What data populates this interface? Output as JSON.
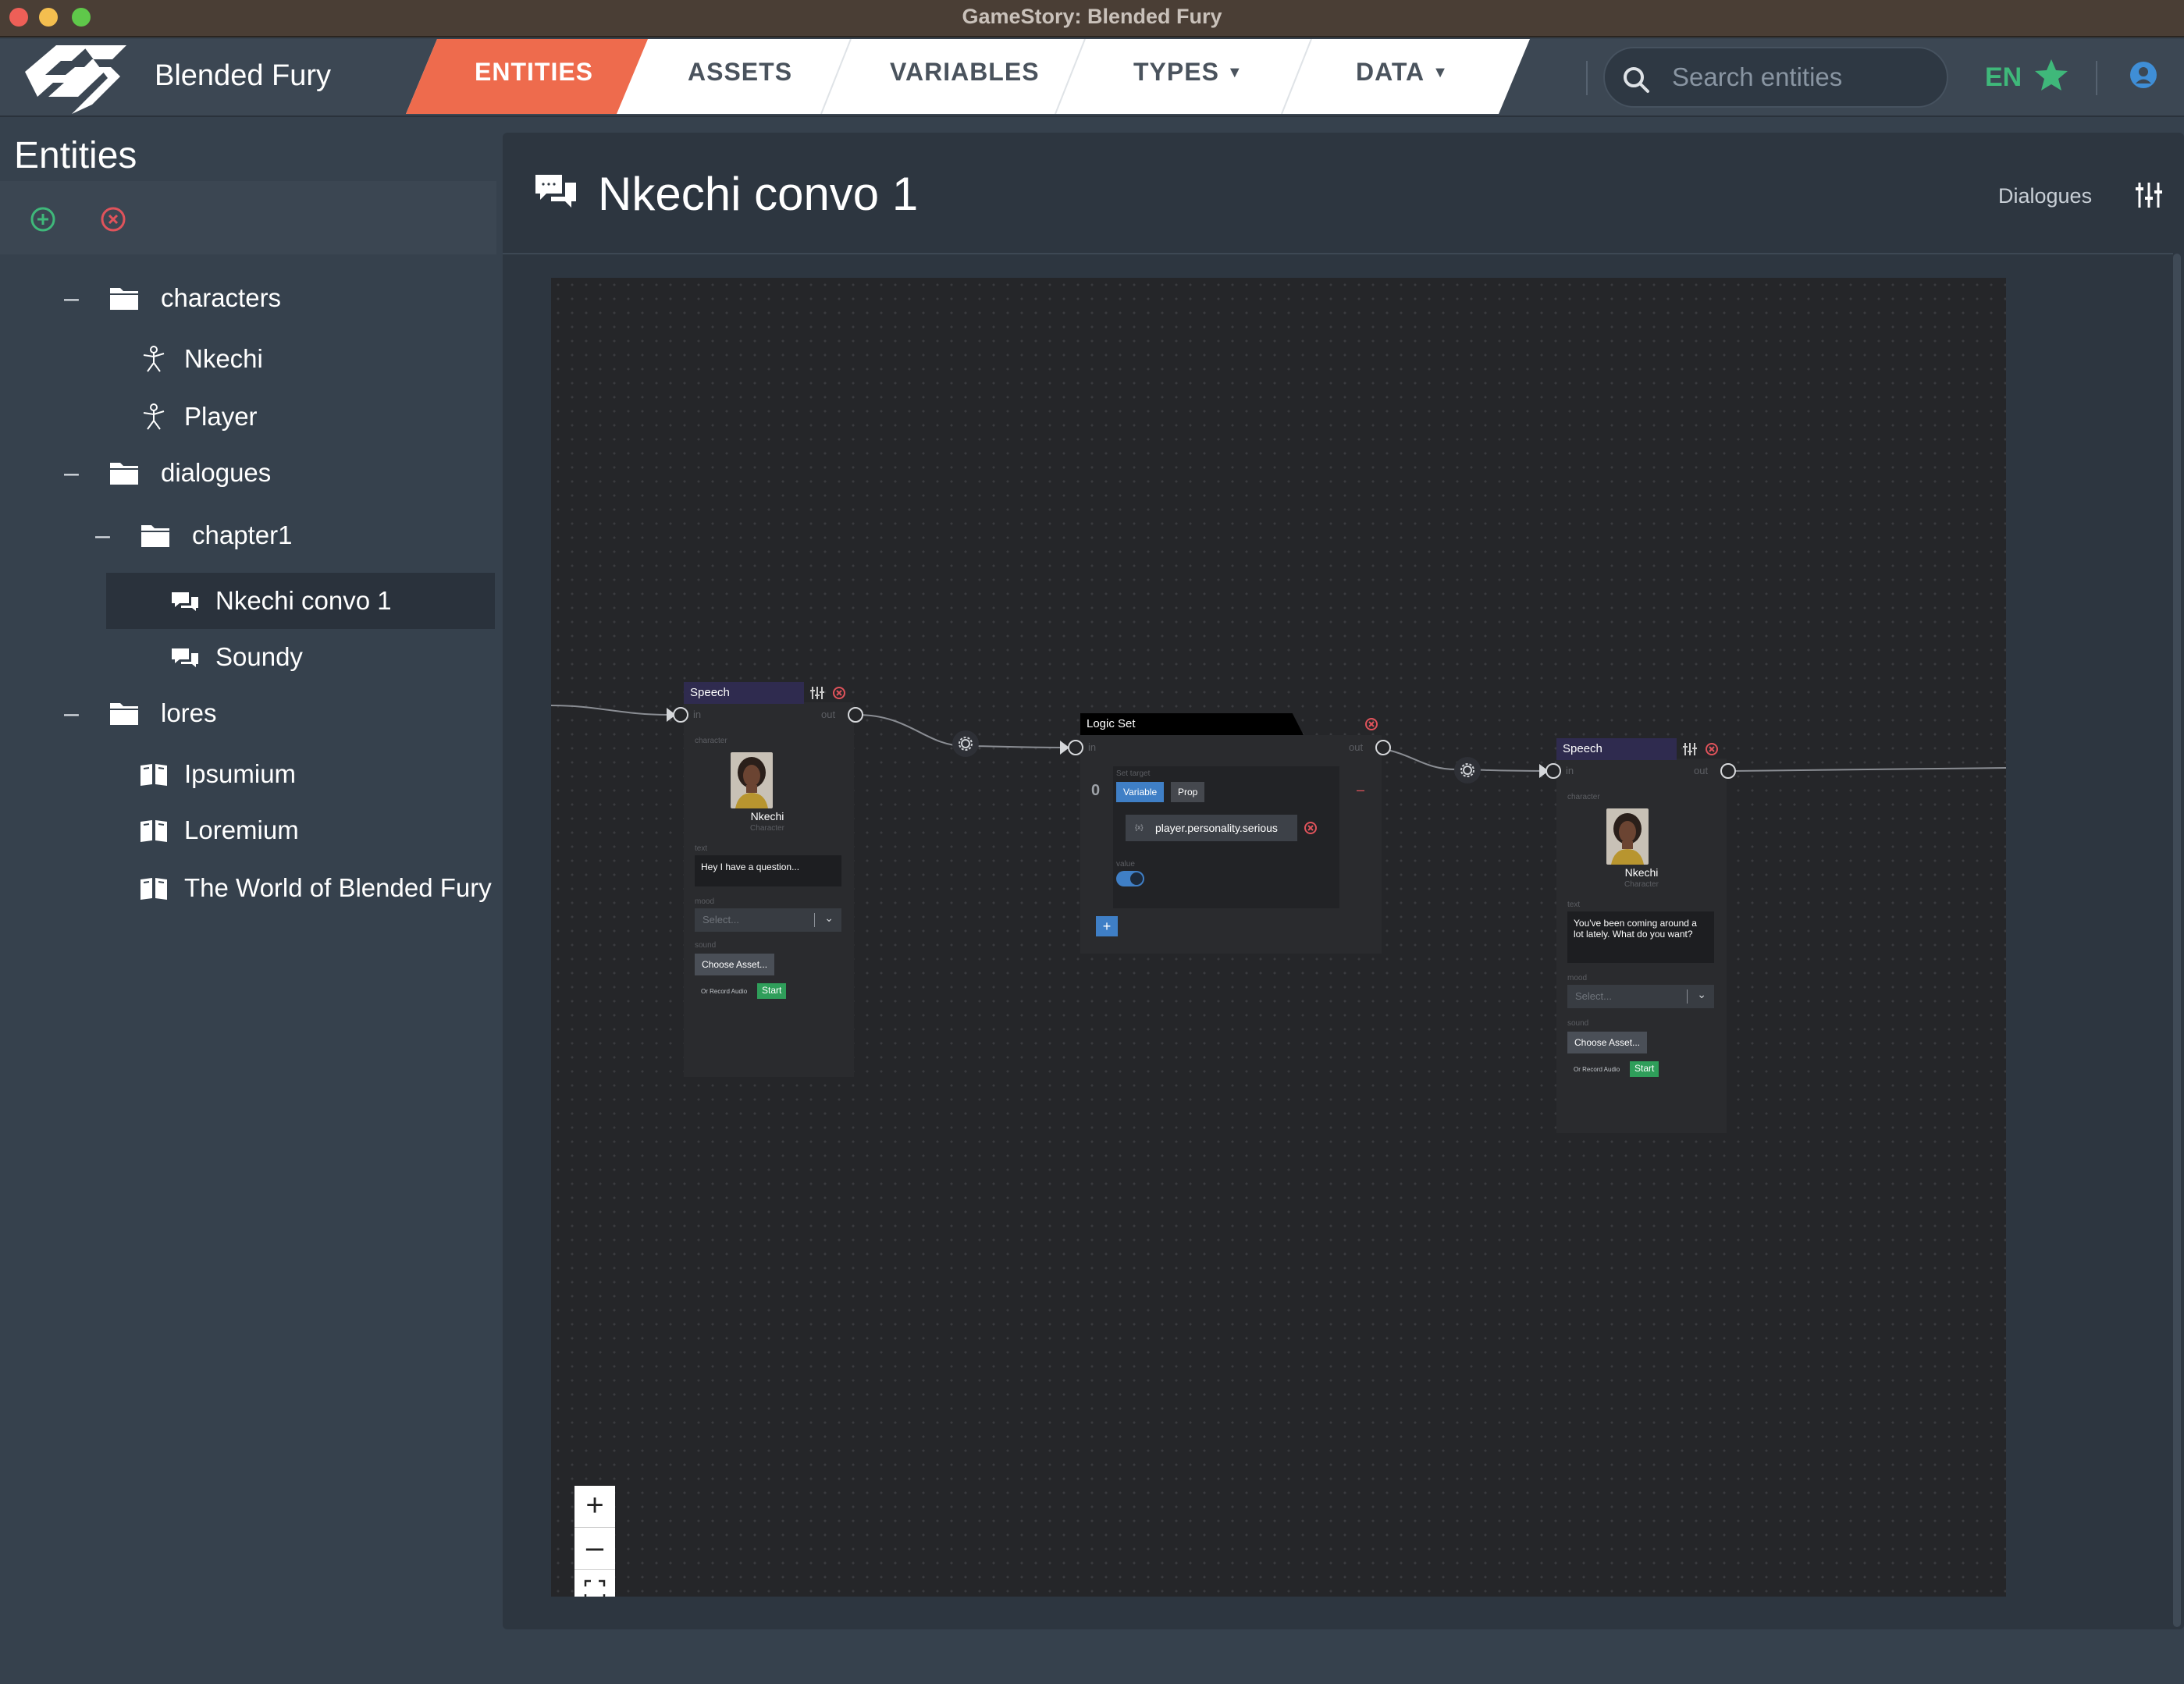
{
  "window": {
    "title": "GameStory: Blended Fury"
  },
  "header": {
    "project_name": "Blended Fury",
    "tabs": [
      {
        "label": "ENTITIES",
        "active": true
      },
      {
        "label": "ASSETS"
      },
      {
        "label": "VARIABLES"
      },
      {
        "label": "TYPES",
        "dropdown": true
      },
      {
        "label": "DATA",
        "dropdown": true
      }
    ],
    "search_placeholder": "Search entities",
    "language": "EN"
  },
  "sidebar": {
    "title": "Entities",
    "tree": [
      {
        "label": "characters",
        "type": "folder",
        "level": 0,
        "expanded": true
      },
      {
        "label": "Nkechi",
        "type": "character",
        "level": 1
      },
      {
        "label": "Player",
        "type": "character",
        "level": 1
      },
      {
        "label": "dialogues",
        "type": "folder",
        "level": 0,
        "expanded": true
      },
      {
        "label": "chapter1",
        "type": "folder",
        "level": 1,
        "expanded": true
      },
      {
        "label": "Nkechi convo 1",
        "type": "dialogue",
        "level": 2,
        "selected": true
      },
      {
        "label": "Soundy",
        "type": "dialogue",
        "level": 2
      },
      {
        "label": "lores",
        "type": "folder",
        "level": 0,
        "expanded": true
      },
      {
        "label": "Ipsumium",
        "type": "lore",
        "level": 1
      },
      {
        "label": "Loremium",
        "type": "lore",
        "level": 1
      },
      {
        "label": "The World of Blended Fury",
        "type": "lore",
        "level": 1
      }
    ]
  },
  "main": {
    "title": "Nkechi convo 1",
    "type_label": "Dialogues",
    "graph": {
      "speech1": {
        "header": "Speech",
        "in_label": "in",
        "out_label": "out",
        "character_label": "character",
        "character_name": "Nkechi",
        "character_type": "Character",
        "text_label": "text",
        "text": "Hey I have a question...",
        "mood_label": "mood",
        "mood_placeholder": "Select...",
        "sound_label": "sound",
        "choose_asset": "Choose Asset...",
        "record_label": "Or Record Audio",
        "start_label": "Start"
      },
      "logic": {
        "header": "Logic Set",
        "in_label": "in",
        "out_label": "out",
        "index": "0",
        "set_target_label": "Set target",
        "target_variable": "Variable",
        "target_prop": "Prop",
        "variable_prefix": "{x}",
        "variable_name": "player.personality.serious",
        "value_label": "value",
        "add_label": "+",
        "remove_label": "–"
      },
      "speech2": {
        "header": "Speech",
        "in_label": "in",
        "out_label": "out",
        "character_label": "character",
        "character_name": "Nkechi",
        "character_type": "Character",
        "text_label": "text",
        "text": "You've been coming around a lot lately. What do you want?",
        "mood_label": "mood",
        "mood_placeholder": "Select...",
        "sound_label": "sound",
        "choose_asset": "Choose Asset...",
        "record_label": "Or Record Audio",
        "start_label": "Start"
      }
    },
    "zoom": {
      "zoom_in": "+",
      "zoom_out": "–"
    }
  },
  "colors": {
    "accent_tab": "#ee6b4d",
    "speech_header": "#2f2b4f",
    "logic_header": "#000000",
    "variable_blue": "#3f7fc6",
    "start_green": "#2f9e5a",
    "lang_green": "#3fb87a"
  }
}
